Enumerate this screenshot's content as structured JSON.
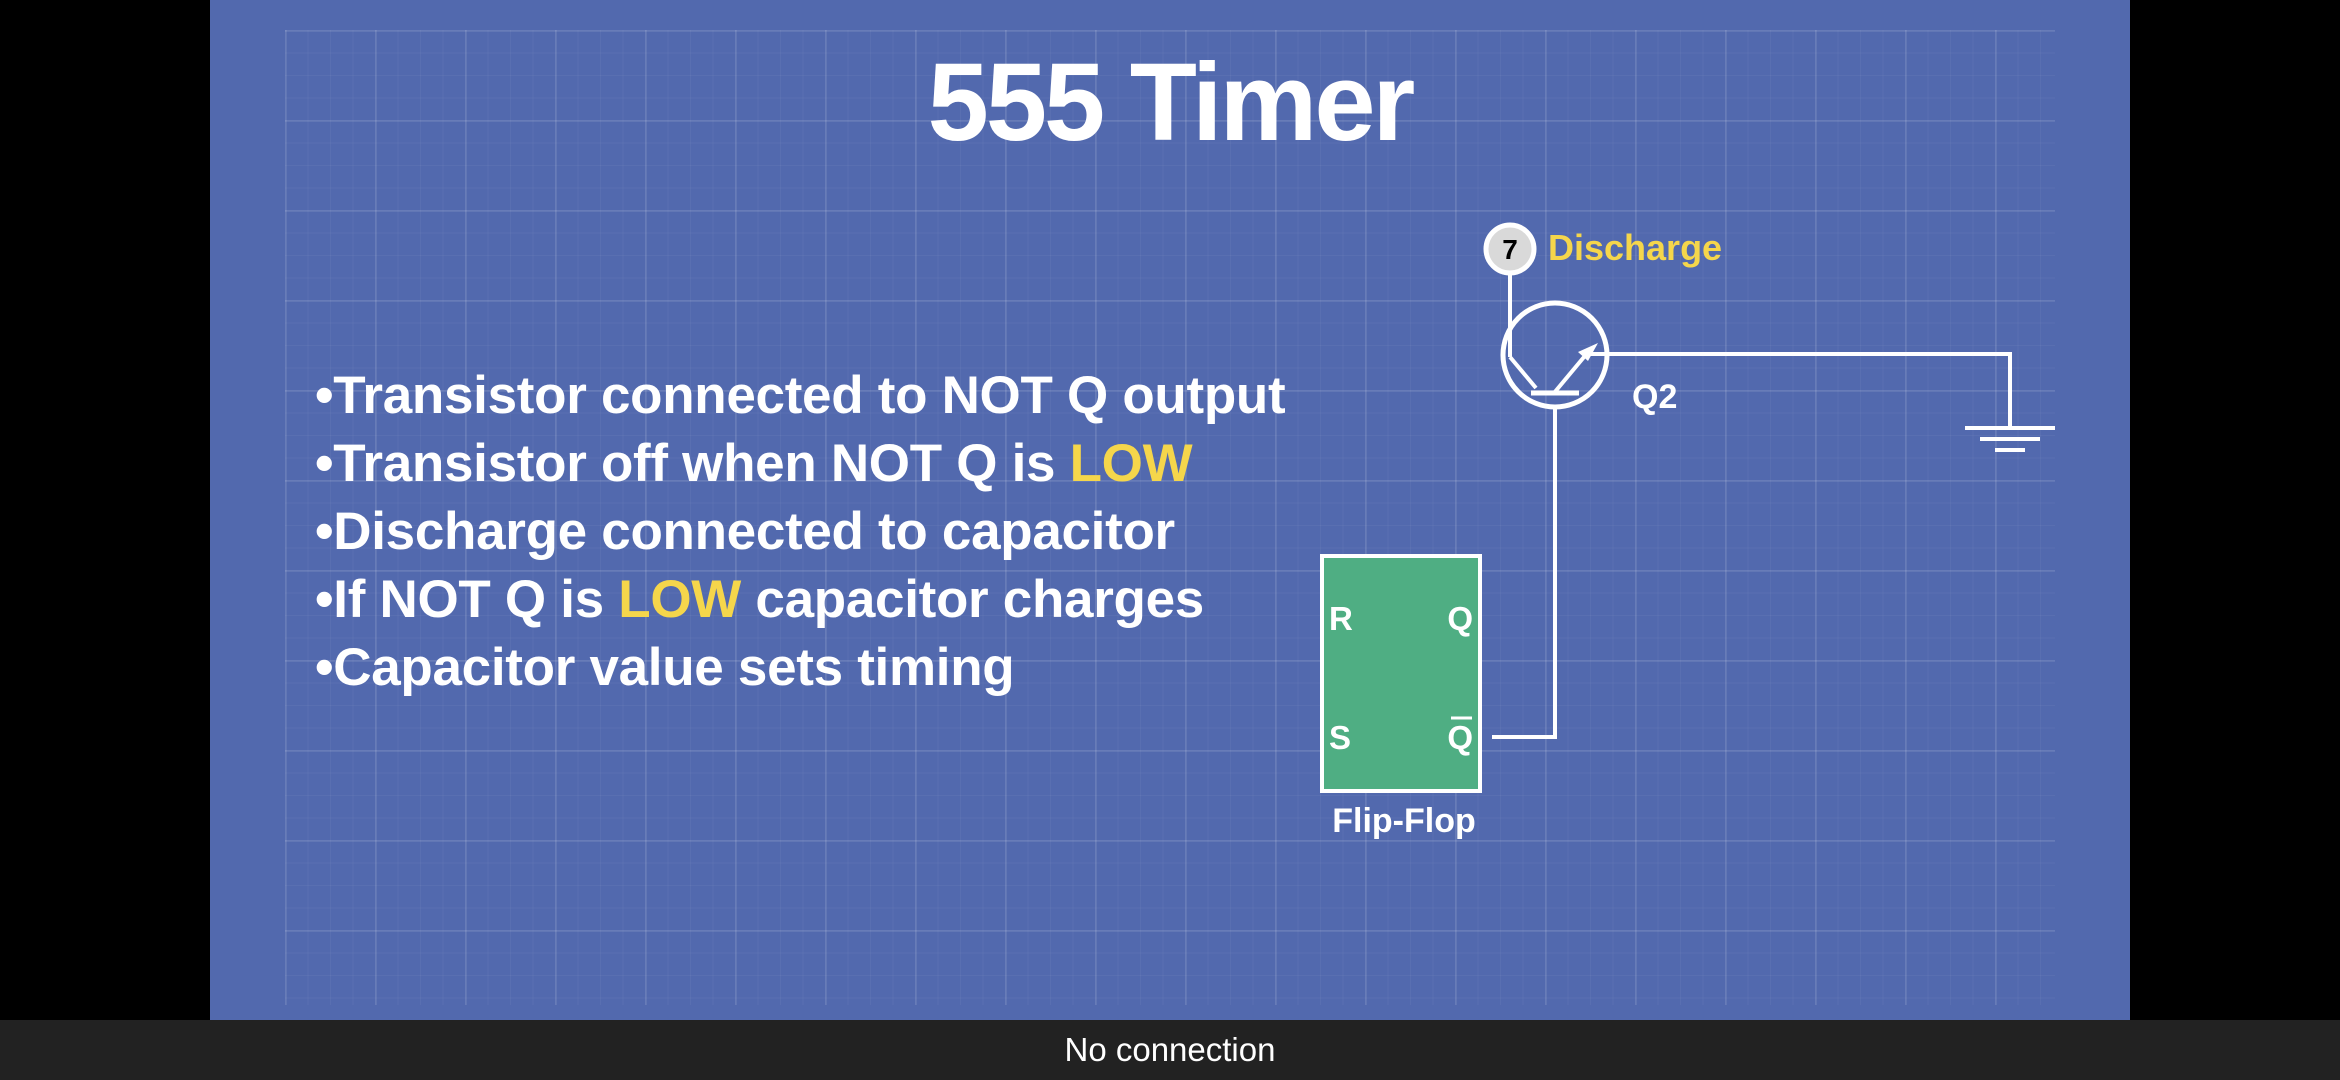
{
  "slide": {
    "title": "555 Timer",
    "bullets": [
      {
        "bullet": "•",
        "pre": "Transistor connected to NOT Q output",
        "hl": "",
        "post": ""
      },
      {
        "bullet": "•",
        "pre": "Transistor off when NOT Q is ",
        "hl": "LOW",
        "post": ""
      },
      {
        "bullet": "•",
        "pre": "Discharge connected to capacitor",
        "hl": "",
        "post": ""
      },
      {
        "bullet": "•",
        "pre": "If NOT Q is ",
        "hl": "LOW",
        "post": " capacitor charges"
      },
      {
        "bullet": "•",
        "pre": "Capacitor value sets timing",
        "hl": "",
        "post": ""
      }
    ]
  },
  "diagram": {
    "pin_number": "7",
    "pin_label": "Discharge",
    "transistor_label": "Q2",
    "flipflop_label": "Flip-Flop",
    "ff_r": "R",
    "ff_q": "Q",
    "ff_s": "S",
    "ff_qbar": "Q"
  },
  "status_bar": {
    "text": "No connection"
  },
  "colors": {
    "slide_background": "#5269ae",
    "highlight": "#f5d64b",
    "flipflop_fill": "#4fae83",
    "pin_circle_fill": "#d9d9d9",
    "status_bar_background": "#222222"
  }
}
